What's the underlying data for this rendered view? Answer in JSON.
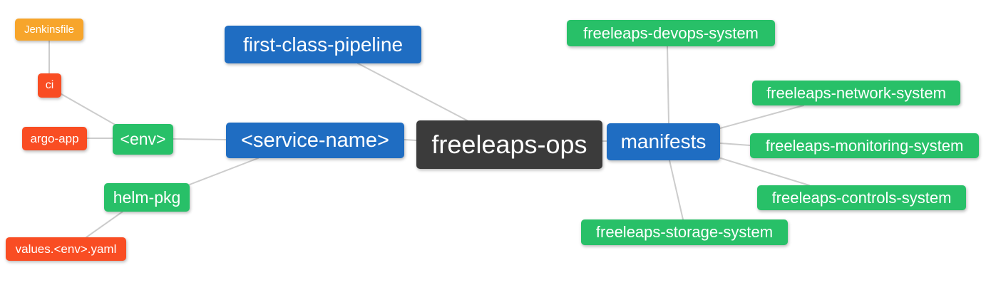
{
  "colors": {
    "background": "#ffffff",
    "text": "#ffffff",
    "edge": "#cccccc",
    "root": "#3b3b3b",
    "level1": "#1f6dc2",
    "level2": "#28c068",
    "level3": "#f94d23",
    "level4": "#f7a52b"
  },
  "nodes": {
    "freeleaps_ops": {
      "label": "freeleaps-ops",
      "level": "root"
    },
    "first_class_pipeline": {
      "label": "first-class-pipeline",
      "level": "level1"
    },
    "service_name": {
      "label": "<service-name>",
      "level": "level1"
    },
    "manifests": {
      "label": "manifests",
      "level": "level1"
    },
    "env": {
      "label": "<env>",
      "level": "level2"
    },
    "helm_pkg": {
      "label": "helm-pkg",
      "level": "level2"
    },
    "ci": {
      "label": "ci",
      "level": "level3"
    },
    "argo_app": {
      "label": "argo-app",
      "level": "level3"
    },
    "values_env_yaml": {
      "label": "values.<env>.yaml",
      "level": "level3"
    },
    "jenkinsfile": {
      "label": "Jenkinsfile",
      "level": "level4"
    },
    "devops_system": {
      "label": "freeleaps-devops-system",
      "level": "level2"
    },
    "network_system": {
      "label": "freeleaps-network-system",
      "level": "level2"
    },
    "monitoring_system": {
      "label": "freeleaps-monitoring-system",
      "level": "level2"
    },
    "controls_system": {
      "label": "freeleaps-controls-system",
      "level": "level2"
    },
    "storage_system": {
      "label": "freeleaps-storage-system",
      "level": "level2"
    }
  },
  "edges": [
    [
      "jenkinsfile",
      "ci"
    ],
    [
      "ci",
      "env"
    ],
    [
      "argo_app",
      "env"
    ],
    [
      "env",
      "service_name"
    ],
    [
      "helm_pkg",
      "service_name"
    ],
    [
      "helm_pkg",
      "values_env_yaml"
    ],
    [
      "first_class_pipeline",
      "freeleaps_ops"
    ],
    [
      "service_name",
      "freeleaps_ops"
    ],
    [
      "freeleaps_ops",
      "manifests"
    ],
    [
      "manifests",
      "devops_system"
    ],
    [
      "manifests",
      "network_system"
    ],
    [
      "manifests",
      "monitoring_system"
    ],
    [
      "manifests",
      "controls_system"
    ],
    [
      "manifests",
      "storage_system"
    ]
  ]
}
